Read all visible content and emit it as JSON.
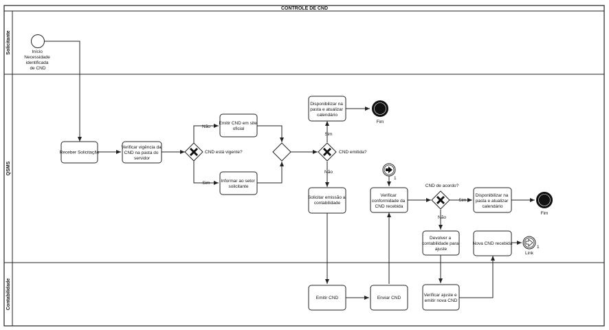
{
  "title": "CONTROLE DE CND",
  "lanes": {
    "solicitante": "Solicitante",
    "qsms": "QSMS",
    "contabilidade": "Contabilidade"
  },
  "tasks": {
    "receber": [
      "Receber Solicitação"
    ],
    "verificar_vigencia": [
      "Verificar vigência da",
      "CND na pasta do",
      "servidor"
    ],
    "emitir_site": [
      "Emitir CND em site",
      "oficial"
    ],
    "informar_setor": [
      "Informar ao setor",
      "solicitante"
    ],
    "disponibilizar_1": [
      "Disponibilizar na",
      "pasta e atualizar",
      "calendário"
    ],
    "solicitar_emissao": [
      "Solicitar emissão a",
      "contabilidade"
    ],
    "verificar_conformidade": [
      "Verificar",
      "conformidade da",
      "CND recebida"
    ],
    "disponibilizar_2": [
      "Disponibilizar na",
      "pasta e atualizar",
      "calendário"
    ],
    "devolver": [
      "Devolver a",
      "contabilidade para",
      "ajuste"
    ],
    "nova_cnd": [
      "Nova CND recebida"
    ],
    "emitir_cnd": [
      "Emitir CND"
    ],
    "enviar_cnd": [
      "Enviar CND"
    ],
    "verificar_ajuste": [
      "Verificar ajuste e",
      "emitir nova CND"
    ]
  },
  "events": {
    "start": [
      "Início",
      "Necessidade",
      "identificada",
      "de CND"
    ],
    "end_1": "Fim",
    "end_2": "Fim",
    "link_throw": "Link",
    "link_throw_num": "1",
    "link_catch_num": "1"
  },
  "gateways": {
    "vigente": "CND está vigente?",
    "emitida": "CND emitida?",
    "acordo": "CND de acordo?"
  },
  "flow_labels": {
    "nao_1": "Não",
    "sim_1": "Sim",
    "sim_2": "Sim",
    "nao_2": "Não",
    "sim_3": "Sim",
    "nao_3": "Não"
  }
}
